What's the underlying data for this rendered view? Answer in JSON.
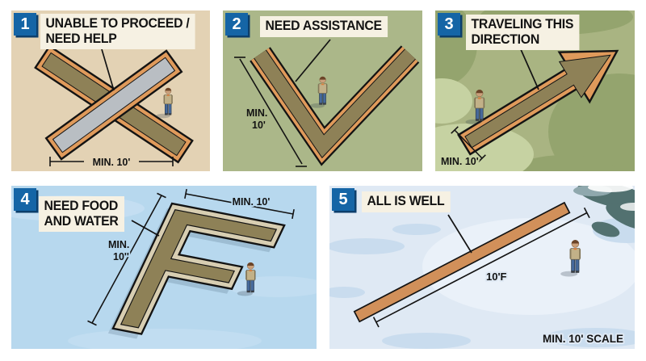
{
  "colors": {
    "badge_bg": "#1565a6",
    "badge_shadow": "#0c3e6b",
    "badge_text": "#ffffff",
    "label_bg": "#f6f1e3",
    "ink": "#131313",
    "panel1_bg": "#e3d2b4",
    "panel2_bg": "#abb789",
    "panel3_bg": "#a9b482",
    "panel4_bg": "#b7d8ee",
    "panel5_bg": "#dfe9f4",
    "strip_olive": "#8e8157",
    "strip_orange": "#df9a5b",
    "strip_gray": "#b9bec3",
    "strip_cream": "#d8ceb2",
    "strip_bar_orange": "#d1905a"
  },
  "panels": [
    {
      "number": "1",
      "title_lines": [
        "UNABLE TO PROCEED /",
        "NEED HELP"
      ],
      "signal": "crossed-strips-x",
      "measure": "MIN. 10'"
    },
    {
      "number": "2",
      "title_lines": [
        "NEED ASSISTANCE"
      ],
      "signal": "v-strip",
      "measure_line1": "MIN.",
      "measure_line2": "10'"
    },
    {
      "number": "3",
      "title_lines": [
        "TRAVELING THIS",
        "DIRECTION"
      ],
      "signal": "arrow-strip",
      "measure": "MIN. 10'"
    },
    {
      "number": "4",
      "title_lines": [
        "NEED FOOD",
        "AND WATER"
      ],
      "signal": "f-strip",
      "measure_left1": "MIN.",
      "measure_left2": "10''",
      "measure_top": "MIN. 10'"
    },
    {
      "number": "5",
      "title_lines": [
        "ALL IS WELL"
      ],
      "signal": "single-strip",
      "measure_bar": "10'F",
      "scale_note": "MIN. 10' SCALE"
    }
  ]
}
